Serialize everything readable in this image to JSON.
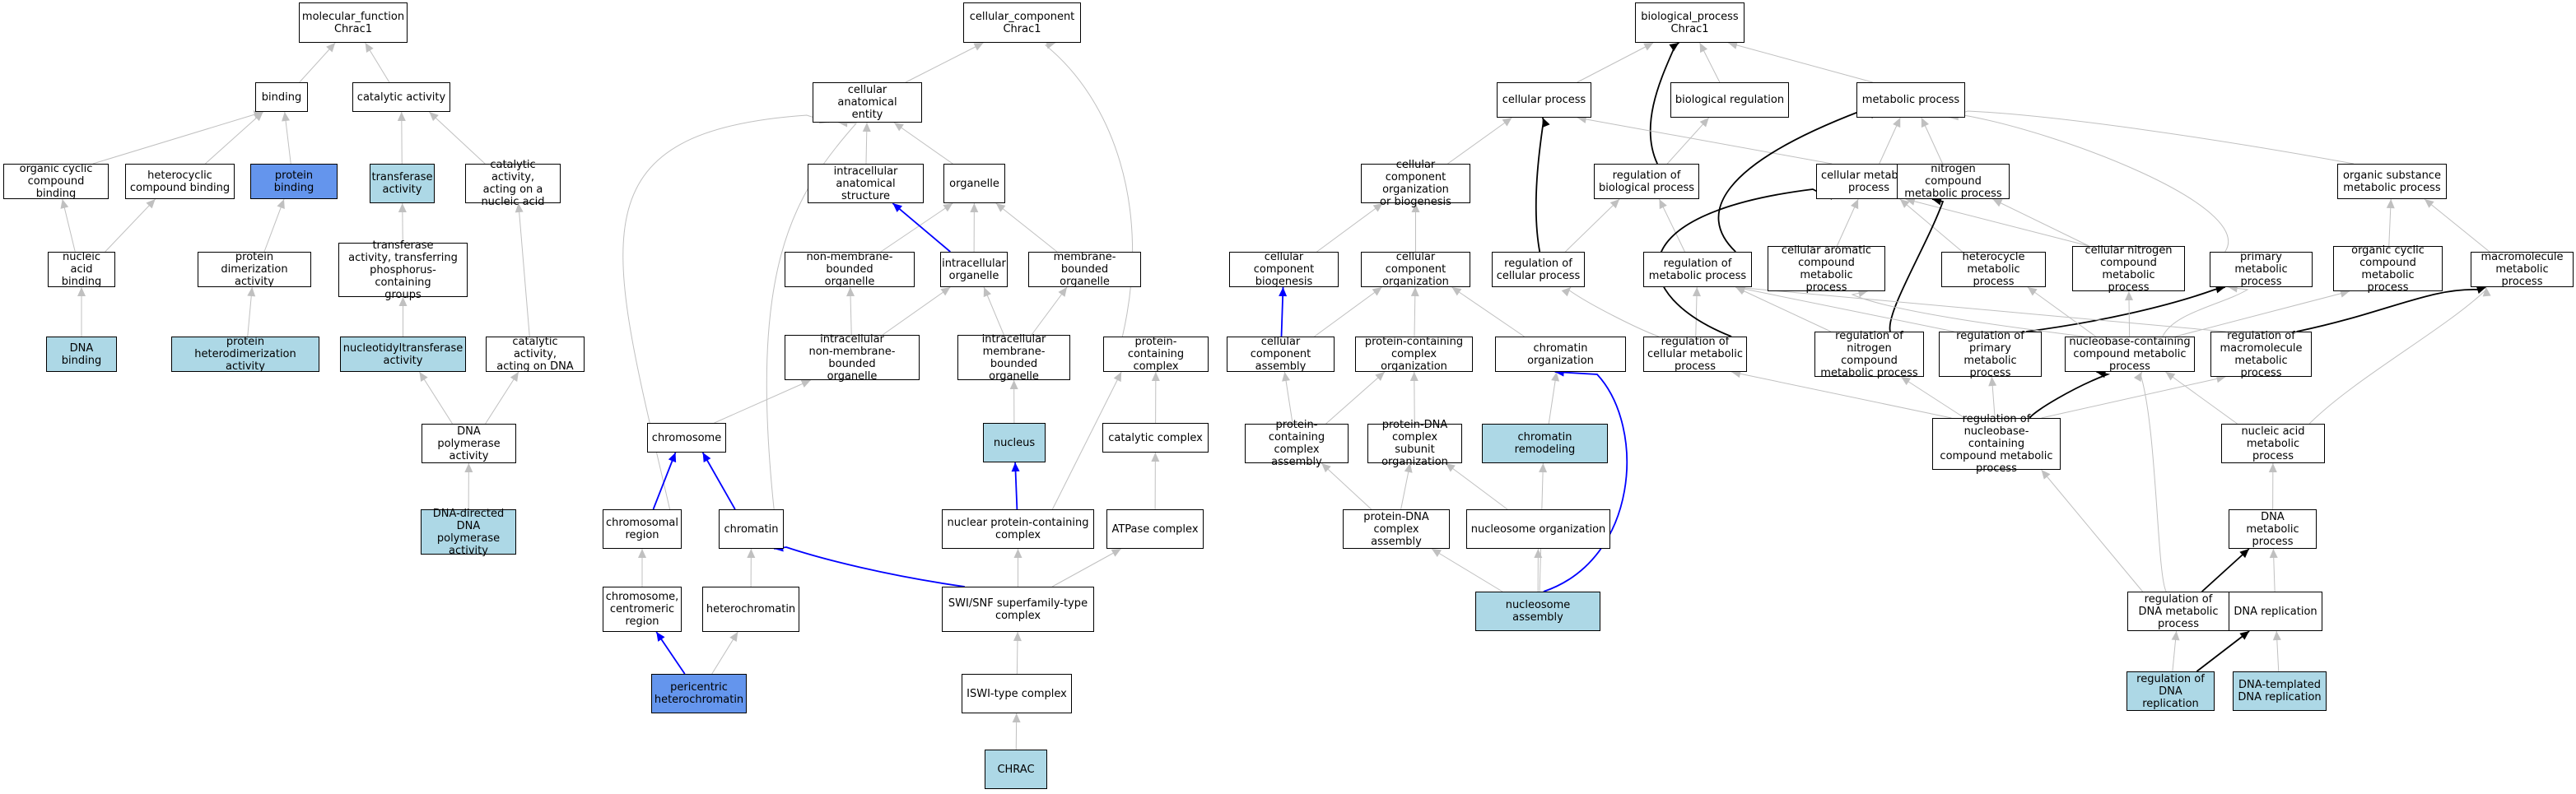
{
  "colors": {
    "plain_fill": "#ffffff",
    "light_fill": "#add8e6",
    "blue_fill": "#6495ed",
    "grey_edge": "#c0c0c0",
    "blue_edge": "#0000ff",
    "black_edge": "#000000"
  },
  "nodes": [
    {
      "id": "mf",
      "label": "molecular_function\nChrac1",
      "fill": "plain"
    },
    {
      "id": "binding",
      "label": "binding",
      "fill": "plain"
    },
    {
      "id": "catalytic",
      "label": "catalytic activity",
      "fill": "plain"
    },
    {
      "id": "ocbind",
      "label": "organic cyclic\ncompound binding",
      "fill": "plain"
    },
    {
      "id": "hcbind",
      "label": "heterocyclic\ncompound binding",
      "fill": "plain"
    },
    {
      "id": "protbind",
      "label": "protein binding",
      "fill": "blue"
    },
    {
      "id": "transferase",
      "label": "transferase\nactivity",
      "fill": "light"
    },
    {
      "id": "catna",
      "label": "catalytic activity,\nacting on a\nnucleic acid",
      "fill": "plain"
    },
    {
      "id": "nabind",
      "label": "nucleic acid\nbinding",
      "fill": "plain"
    },
    {
      "id": "protdimer",
      "label": "protein dimerization\nactivity",
      "fill": "plain"
    },
    {
      "id": "transphos",
      "label": "transferase\nactivity, transferring\nphosphorus-containing\ngroups",
      "fill": "plain"
    },
    {
      "id": "dnabind",
      "label": "DNA binding",
      "fill": "light"
    },
    {
      "id": "protheterodimer",
      "label": "protein heterodimerization\nactivity",
      "fill": "light"
    },
    {
      "id": "nucleotidyl",
      "label": "nucleotidyltransferase\nactivity",
      "fill": "light"
    },
    {
      "id": "catdna",
      "label": "catalytic activity,\nacting on DNA",
      "fill": "plain"
    },
    {
      "id": "dnapol",
      "label": "DNA polymerase\nactivity",
      "fill": "plain"
    },
    {
      "id": "dnadirpol",
      "label": "DNA-directed\nDNA polymerase\nactivity",
      "fill": "light"
    },
    {
      "id": "cc",
      "label": "cellular_component\nChrac1",
      "fill": "plain"
    },
    {
      "id": "cae",
      "label": "cellular anatomical\nentity",
      "fill": "plain"
    },
    {
      "id": "ias",
      "label": "intracellular\nanatomical structure",
      "fill": "plain"
    },
    {
      "id": "organelle",
      "label": "organelle",
      "fill": "plain"
    },
    {
      "id": "nmbo",
      "label": "non-membrane-bounded\norganelle",
      "fill": "plain"
    },
    {
      "id": "io",
      "label": "intracellular\norganelle",
      "fill": "plain"
    },
    {
      "id": "mbo",
      "label": "membrane-bounded\norganelle",
      "fill": "plain"
    },
    {
      "id": "inmbo",
      "label": "intracellular\nnon-membrane-bounded\norganelle",
      "fill": "plain"
    },
    {
      "id": "imbo",
      "label": "intracellular\nmembrane-bounded\norganelle",
      "fill": "plain"
    },
    {
      "id": "pcc",
      "label": "protein-containing\ncomplex",
      "fill": "plain"
    },
    {
      "id": "chromosome",
      "label": "chromosome",
      "fill": "plain"
    },
    {
      "id": "nucleus",
      "label": "nucleus",
      "fill": "light"
    },
    {
      "id": "catcomplex",
      "label": "catalytic complex",
      "fill": "plain"
    },
    {
      "id": "chromreg",
      "label": "chromosomal\nregion",
      "fill": "plain"
    },
    {
      "id": "chromatin",
      "label": "chromatin",
      "fill": "plain"
    },
    {
      "id": "npcc",
      "label": "nuclear protein-containing\ncomplex",
      "fill": "plain"
    },
    {
      "id": "atpase",
      "label": "ATPase complex",
      "fill": "plain"
    },
    {
      "id": "centromeric",
      "label": "chromosome,\ncentromeric\nregion",
      "fill": "plain"
    },
    {
      "id": "heterochrom",
      "label": "heterochromatin",
      "fill": "plain"
    },
    {
      "id": "swisnf",
      "label": "SWI/SNF superfamily-type\ncomplex",
      "fill": "plain"
    },
    {
      "id": "pericentric",
      "label": "pericentric\nheterochromatin",
      "fill": "blue"
    },
    {
      "id": "iswi",
      "label": "ISWI-type complex",
      "fill": "plain"
    },
    {
      "id": "chrac",
      "label": "CHRAC",
      "fill": "light"
    },
    {
      "id": "bp",
      "label": "biological_process\nChrac1",
      "fill": "plain"
    },
    {
      "id": "cellproc",
      "label": "cellular process",
      "fill": "plain"
    },
    {
      "id": "bioreg",
      "label": "biological regulation",
      "fill": "plain"
    },
    {
      "id": "metproc",
      "label": "metabolic process",
      "fill": "plain"
    },
    {
      "id": "ccob",
      "label": "cellular component\norganization\nor biogenesis",
      "fill": "plain"
    },
    {
      "id": "regbio",
      "label": "regulation of\nbiological process",
      "fill": "plain"
    },
    {
      "id": "cellmet",
      "label": "cellular metabolic\nprocess",
      "fill": "plain"
    },
    {
      "id": "ncmp",
      "label": "nitrogen compound\nmetabolic process",
      "fill": "plain"
    },
    {
      "id": "osmp",
      "label": "organic substance\nmetabolic process",
      "fill": "plain"
    },
    {
      "id": "ccbio",
      "label": "cellular component\nbiogenesis",
      "fill": "plain"
    },
    {
      "id": "ccorg",
      "label": "cellular component\norganization",
      "fill": "plain"
    },
    {
      "id": "regcell",
      "label": "regulation of\ncellular process",
      "fill": "plain"
    },
    {
      "id": "regmet",
      "label": "regulation of\nmetabolic process",
      "fill": "plain"
    },
    {
      "id": "cacmp",
      "label": "cellular aromatic\ncompound metabolic\nprocess",
      "fill": "plain"
    },
    {
      "id": "hetmp",
      "label": "heterocycle\nmetabolic process",
      "fill": "plain"
    },
    {
      "id": "cncmp",
      "label": "cellular nitrogen\ncompound metabolic\nprocess",
      "fill": "plain"
    },
    {
      "id": "primmet",
      "label": "primary metabolic\nprocess",
      "fill": "plain"
    },
    {
      "id": "occmp",
      "label": "organic cyclic\ncompound metabolic\nprocess",
      "fill": "plain"
    },
    {
      "id": "macromet",
      "label": "macromolecule\nmetabolic process",
      "fill": "plain"
    },
    {
      "id": "ccassembly",
      "label": "cellular component\nassembly",
      "fill": "plain"
    },
    {
      "id": "pccorg",
      "label": "protein-containing\ncomplex organization",
      "fill": "plain"
    },
    {
      "id": "chromorg",
      "label": "chromatin organization",
      "fill": "plain"
    },
    {
      "id": "regcellmet",
      "label": "regulation of\ncellular metabolic\nprocess",
      "fill": "plain"
    },
    {
      "id": "regncmp",
      "label": "regulation of\nnitrogen compound\nmetabolic process",
      "fill": "plain"
    },
    {
      "id": "regprim",
      "label": "regulation of\nprimary metabolic\nprocess",
      "fill": "plain"
    },
    {
      "id": "nbcmp",
      "label": "nucleobase-containing\ncompound metabolic\nprocess",
      "fill": "plain"
    },
    {
      "id": "regmacro",
      "label": "regulation of\nmacromolecule\nmetabolic process",
      "fill": "plain"
    },
    {
      "id": "pccassembly",
      "label": "protein-containing\ncomplex assembly",
      "fill": "plain"
    },
    {
      "id": "pdnasub",
      "label": "protein-DNA\ncomplex subunit\norganization",
      "fill": "plain"
    },
    {
      "id": "chromremod",
      "label": "chromatin remodeling",
      "fill": "light"
    },
    {
      "id": "regnbcmp",
      "label": "regulation of\nnucleobase-containing\ncompound metabolic\nprocess",
      "fill": "plain"
    },
    {
      "id": "namp",
      "label": "nucleic acid\nmetabolic process",
      "fill": "plain"
    },
    {
      "id": "pdnaassembly",
      "label": "protein-DNA\ncomplex assembly",
      "fill": "plain"
    },
    {
      "id": "nucorg",
      "label": "nucleosome organization",
      "fill": "plain"
    },
    {
      "id": "dnamet",
      "label": "DNA metabolic\nprocess",
      "fill": "plain"
    },
    {
      "id": "nucassembly",
      "label": "nucleosome assembly",
      "fill": "light"
    },
    {
      "id": "regdnamet",
      "label": "regulation of\nDNA metabolic\nprocess",
      "fill": "plain"
    },
    {
      "id": "dnarep",
      "label": "DNA replication",
      "fill": "plain"
    },
    {
      "id": "regdnarep",
      "label": "regulation of\nDNA replication",
      "fill": "light"
    },
    {
      "id": "dnatemprep",
      "label": "DNA-templated\nDNA replication",
      "fill": "light"
    }
  ],
  "edges": [
    {
      "from": "binding",
      "to": "mf",
      "kind": "is_a"
    },
    {
      "from": "catalytic",
      "to": "mf",
      "kind": "is_a"
    },
    {
      "from": "ocbind",
      "to": "binding",
      "kind": "is_a"
    },
    {
      "from": "hcbind",
      "to": "binding",
      "kind": "is_a"
    },
    {
      "from": "protbind",
      "to": "binding",
      "kind": "is_a"
    },
    {
      "from": "transferase",
      "to": "catalytic",
      "kind": "is_a"
    },
    {
      "from": "catna",
      "to": "catalytic",
      "kind": "is_a"
    },
    {
      "from": "nabind",
      "to": "ocbind",
      "kind": "is_a"
    },
    {
      "from": "nabind",
      "to": "hcbind",
      "kind": "is_a"
    },
    {
      "from": "protdimer",
      "to": "protbind",
      "kind": "is_a"
    },
    {
      "from": "transphos",
      "to": "transferase",
      "kind": "is_a"
    },
    {
      "from": "dnabind",
      "to": "nabind",
      "kind": "is_a"
    },
    {
      "from": "protheterodimer",
      "to": "protdimer",
      "kind": "is_a"
    },
    {
      "from": "nucleotidyl",
      "to": "transphos",
      "kind": "is_a"
    },
    {
      "from": "catdna",
      "to": "catna",
      "kind": "is_a"
    },
    {
      "from": "dnapol",
      "to": "nucleotidyl",
      "kind": "is_a"
    },
    {
      "from": "dnapol",
      "to": "catdna",
      "kind": "is_a"
    },
    {
      "from": "dnadirpol",
      "to": "dnapol",
      "kind": "is_a"
    },
    {
      "from": "cae",
      "to": "cc",
      "kind": "is_a"
    },
    {
      "from": "pcc",
      "to": "cc",
      "kind": "is_a"
    },
    {
      "from": "ias",
      "to": "cae",
      "kind": "is_a"
    },
    {
      "from": "organelle",
      "to": "cae",
      "kind": "is_a"
    },
    {
      "from": "nmbo",
      "to": "organelle",
      "kind": "is_a"
    },
    {
      "from": "io",
      "to": "organelle",
      "kind": "is_a"
    },
    {
      "from": "mbo",
      "to": "organelle",
      "kind": "is_a"
    },
    {
      "from": "io",
      "to": "ias",
      "kind": "part_of"
    },
    {
      "from": "inmbo",
      "to": "nmbo",
      "kind": "is_a"
    },
    {
      "from": "inmbo",
      "to": "io",
      "kind": "is_a"
    },
    {
      "from": "imbo",
      "to": "io",
      "kind": "is_a"
    },
    {
      "from": "imbo",
      "to": "mbo",
      "kind": "is_a"
    },
    {
      "from": "chromosome",
      "to": "inmbo",
      "kind": "is_a"
    },
    {
      "from": "nucleus",
      "to": "imbo",
      "kind": "is_a"
    },
    {
      "from": "catcomplex",
      "to": "pcc",
      "kind": "is_a"
    },
    {
      "from": "npcc",
      "to": "pcc",
      "kind": "is_a"
    },
    {
      "from": "npcc",
      "to": "nucleus",
      "kind": "part_of"
    },
    {
      "from": "chromreg",
      "to": "cae",
      "kind": "is_a"
    },
    {
      "from": "chromreg",
      "to": "chromosome",
      "kind": "part_of"
    },
    {
      "from": "chromatin",
      "to": "cae",
      "kind": "is_a"
    },
    {
      "from": "chromatin",
      "to": "chromosome",
      "kind": "part_of"
    },
    {
      "from": "atpase",
      "to": "catcomplex",
      "kind": "is_a"
    },
    {
      "from": "centromeric",
      "to": "chromreg",
      "kind": "is_a"
    },
    {
      "from": "heterochrom",
      "to": "chromatin",
      "kind": "is_a"
    },
    {
      "from": "pericentric",
      "to": "centromeric",
      "kind": "part_of"
    },
    {
      "from": "pericentric",
      "to": "heterochrom",
      "kind": "is_a"
    },
    {
      "from": "swisnf",
      "to": "npcc",
      "kind": "is_a"
    },
    {
      "from": "swisnf",
      "to": "atpase",
      "kind": "is_a"
    },
    {
      "from": "swisnf",
      "to": "chromatin",
      "kind": "part_of"
    },
    {
      "from": "iswi",
      "to": "swisnf",
      "kind": "is_a"
    },
    {
      "from": "chrac",
      "to": "iswi",
      "kind": "is_a"
    },
    {
      "from": "cellproc",
      "to": "bp",
      "kind": "is_a"
    },
    {
      "from": "bioreg",
      "to": "bp",
      "kind": "is_a"
    },
    {
      "from": "metproc",
      "to": "bp",
      "kind": "is_a"
    },
    {
      "from": "regbio",
      "to": "bp",
      "kind": "regulates"
    },
    {
      "from": "ccob",
      "to": "cellproc",
      "kind": "is_a"
    },
    {
      "from": "regbio",
      "to": "bioreg",
      "kind": "is_a"
    },
    {
      "from": "cellmet",
      "to": "cellproc",
      "kind": "is_a"
    },
    {
      "from": "cellmet",
      "to": "metproc",
      "kind": "is_a"
    },
    {
      "from": "ncmp",
      "to": "metproc",
      "kind": "is_a"
    },
    {
      "from": "osmp",
      "to": "metproc",
      "kind": "is_a"
    },
    {
      "from": "primmet",
      "to": "metproc",
      "kind": "is_a"
    },
    {
      "from": "ccbio",
      "to": "ccob",
      "kind": "is_a"
    },
    {
      "from": "ccorg",
      "to": "ccob",
      "kind": "is_a"
    },
    {
      "from": "regcell",
      "to": "cellproc",
      "kind": "regulates"
    },
    {
      "from": "regcell",
      "to": "regbio",
      "kind": "is_a"
    },
    {
      "from": "regmet",
      "to": "regbio",
      "kind": "is_a"
    },
    {
      "from": "regmet",
      "to": "metproc",
      "kind": "regulates"
    },
    {
      "from": "cacmp",
      "to": "cellmet",
      "kind": "is_a"
    },
    {
      "from": "hetmp",
      "to": "cellmet",
      "kind": "is_a"
    },
    {
      "from": "cncmp",
      "to": "cellmet",
      "kind": "is_a"
    },
    {
      "from": "cncmp",
      "to": "ncmp",
      "kind": "is_a"
    },
    {
      "from": "occmp",
      "to": "osmp",
      "kind": "is_a"
    },
    {
      "from": "macromet",
      "to": "osmp",
      "kind": "is_a"
    },
    {
      "from": "ccassembly",
      "to": "ccbio",
      "kind": "part_of"
    },
    {
      "from": "ccassembly",
      "to": "ccorg",
      "kind": "is_a"
    },
    {
      "from": "pccorg",
      "to": "ccorg",
      "kind": "is_a"
    },
    {
      "from": "chromorg",
      "to": "ccorg",
      "kind": "is_a"
    },
    {
      "from": "regcellmet",
      "to": "regcell",
      "kind": "is_a"
    },
    {
      "from": "regcellmet",
      "to": "regmet",
      "kind": "is_a"
    },
    {
      "from": "regcellmet",
      "to": "cellmet",
      "kind": "regulates"
    },
    {
      "from": "regncmp",
      "to": "regmet",
      "kind": "is_a"
    },
    {
      "from": "regncmp",
      "to": "ncmp",
      "kind": "regulates"
    },
    {
      "from": "regprim",
      "to": "regmet",
      "kind": "is_a"
    },
    {
      "from": "regprim",
      "to": "primmet",
      "kind": "regulates"
    },
    {
      "from": "regmacro",
      "to": "regmet",
      "kind": "is_a"
    },
    {
      "from": "regmacro",
      "to": "macromet",
      "kind": "regulates"
    },
    {
      "from": "nbcmp",
      "to": "cacmp",
      "kind": "is_a"
    },
    {
      "from": "nbcmp",
      "to": "hetmp",
      "kind": "is_a"
    },
    {
      "from": "nbcmp",
      "to": "cncmp",
      "kind": "is_a"
    },
    {
      "from": "nbcmp",
      "to": "occmp",
      "kind": "is_a"
    },
    {
      "from": "nbcmp",
      "to": "primmet",
      "kind": "is_a"
    },
    {
      "from": "pccassembly",
      "to": "pccorg",
      "kind": "is_a"
    },
    {
      "from": "pccassembly",
      "to": "ccassembly",
      "kind": "is_a"
    },
    {
      "from": "pdnasub",
      "to": "pccorg",
      "kind": "is_a"
    },
    {
      "from": "chromremod",
      "to": "chromorg",
      "kind": "is_a"
    },
    {
      "from": "regnbcmp",
      "to": "regcellmet",
      "kind": "is_a"
    },
    {
      "from": "regnbcmp",
      "to": "regncmp",
      "kind": "is_a"
    },
    {
      "from": "regnbcmp",
      "to": "regprim",
      "kind": "is_a"
    },
    {
      "from": "regnbcmp",
      "to": "regmacro",
      "kind": "is_a"
    },
    {
      "from": "regnbcmp",
      "to": "nbcmp",
      "kind": "regulates"
    },
    {
      "from": "namp",
      "to": "nbcmp",
      "kind": "is_a"
    },
    {
      "from": "namp",
      "to": "macromet",
      "kind": "is_a"
    },
    {
      "from": "pdnaassembly",
      "to": "pccassembly",
      "kind": "is_a"
    },
    {
      "from": "pdnaassembly",
      "to": "pdnasub",
      "kind": "is_a"
    },
    {
      "from": "nucorg",
      "to": "pdnasub",
      "kind": "is_a"
    },
    {
      "from": "dnamet",
      "to": "namp",
      "kind": "is_a"
    },
    {
      "from": "nucassembly",
      "to": "pdnaassembly",
      "kind": "is_a"
    },
    {
      "from": "nucassembly",
      "to": "nucorg",
      "kind": "is_a"
    },
    {
      "from": "nucassembly",
      "to": "chromremod",
      "kind": "is_a"
    },
    {
      "from": "nucassembly",
      "to": "chromorg",
      "kind": "part_of"
    },
    {
      "from": "regdnamet",
      "to": "regnbcmp",
      "kind": "is_a"
    },
    {
      "from": "regdnamet",
      "to": "nbcmp",
      "kind": "is_a"
    },
    {
      "from": "regdnamet",
      "to": "dnamet",
      "kind": "regulates"
    },
    {
      "from": "dnarep",
      "to": "dnamet",
      "kind": "is_a"
    },
    {
      "from": "regdnarep",
      "to": "regdnamet",
      "kind": "is_a"
    },
    {
      "from": "regdnarep",
      "to": "dnarep",
      "kind": "regulates"
    },
    {
      "from": "dnatemprep",
      "to": "dnarep",
      "kind": "is_a"
    }
  ]
}
